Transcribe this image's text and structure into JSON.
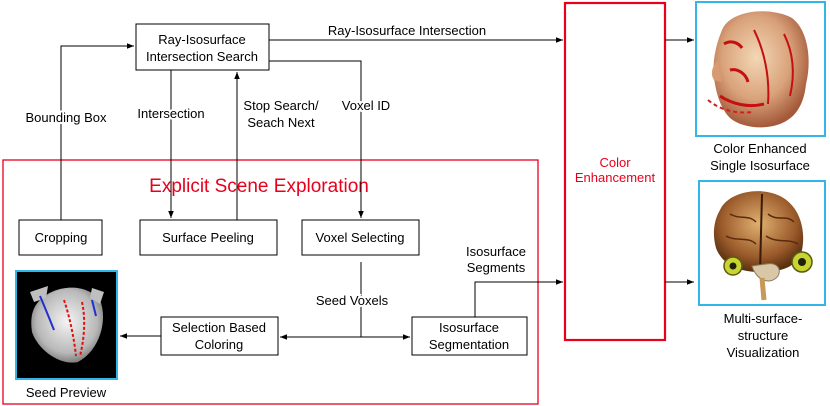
{
  "nodes": {
    "ray_search": [
      "Ray-Isosurface",
      "Intersection Search"
    ],
    "cropping": "Cropping",
    "surface_peeling": "Surface Peeling",
    "voxel_selecting": "Voxel Selecting",
    "selection_coloring": [
      "Selection Based",
      "Coloring"
    ],
    "iso_segmentation": [
      "Isosurface",
      "Segmentation"
    ],
    "color_enhancement": [
      "Color",
      "Enhancement"
    ]
  },
  "edge_labels": {
    "ray_intersection": "Ray-Isosurface Intersection",
    "bounding_box": "Bounding Box",
    "intersection": "Intersection",
    "stop_search": [
      "Stop Search/",
      "Seach Next"
    ],
    "voxel_id": "Voxel ID",
    "seed_voxels": "Seed Voxels",
    "iso_segments": [
      "Isosurface",
      "Segments"
    ]
  },
  "region": {
    "title": "Explicit Scene Exploration"
  },
  "images": {
    "seed_preview": "Seed Preview",
    "color_enhanced": [
      "Color Enhanced",
      "Single Isosurface"
    ],
    "multi_surface": [
      "Multi-surface-",
      "structure",
      "Visualization"
    ]
  },
  "colors": {
    "accent_red": "#e8001c",
    "image_border": "#33b5e5",
    "line": "#000000"
  }
}
